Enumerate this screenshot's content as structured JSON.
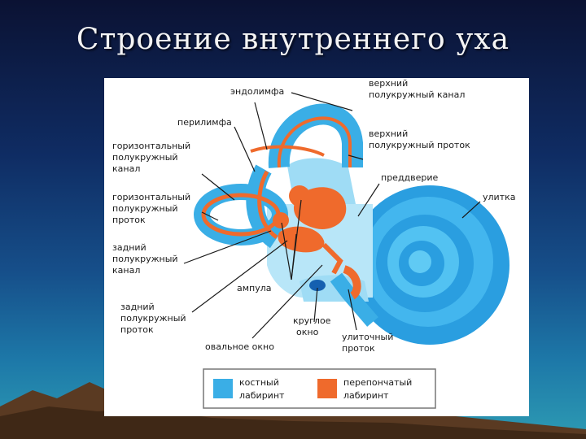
{
  "slide": {
    "title": "Строение внутреннего уха"
  },
  "diagram": {
    "labels": {
      "endolymph": "эндолимфа",
      "perilymph": "перилимфа",
      "horizontal_canal": [
        "горизонтальный",
        "полукружный",
        "канал"
      ],
      "horizontal_duct": [
        "горизонтальный",
        "полукружный",
        "проток"
      ],
      "posterior_canal": [
        "задний",
        "полукружный",
        "канал"
      ],
      "posterior_duct": [
        "задний",
        "полукружный",
        "проток"
      ],
      "superior_canal": [
        "верхний",
        "полукружный канал"
      ],
      "superior_duct": [
        "верхний",
        "полукружный проток"
      ],
      "vestibule": "преддверие",
      "cochlea": "улитка",
      "ampulla": "ампула",
      "oval_window": "овальное окно",
      "round_window": [
        "круглое",
        "окно"
      ],
      "cochlear_duct": [
        "улиточный",
        "проток"
      ]
    },
    "legend": {
      "bony": {
        "label": [
          "костный",
          "лабиринт"
        ],
        "color": "#3aaee6"
      },
      "membranous": {
        "label": [
          "перепончатый",
          "лабиринт"
        ],
        "color": "#ef6a2c"
      }
    }
  }
}
